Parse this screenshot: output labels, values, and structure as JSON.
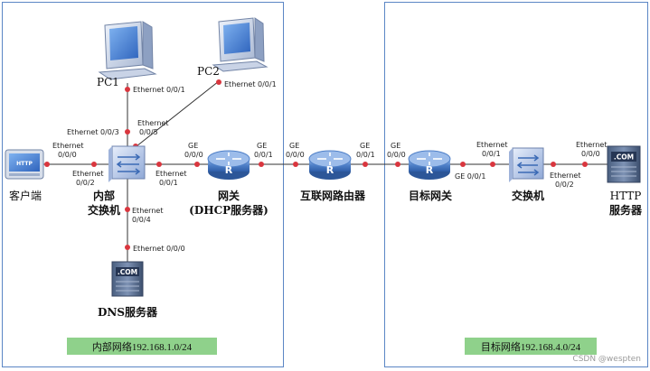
{
  "zones": {
    "internal": {
      "label": "内部网络192.168.1.0/24",
      "color": "#8fd18b"
    },
    "target": {
      "label": "目标网络192.168.4.0/24",
      "color": "#8fd18b"
    }
  },
  "devices": {
    "pc1": {
      "label": "PC1"
    },
    "pc2": {
      "label": "PC2"
    },
    "client": {
      "label": "客户端",
      "screen_text": "HTTP"
    },
    "internal_switch": {
      "label_line1": "内部",
      "label_line2": "交换机"
    },
    "gateway": {
      "label_line1": "网关",
      "label_line2": "(DHCP服务器)"
    },
    "internet_router": {
      "label": "互联网路由器"
    },
    "target_gateway": {
      "label": "目标网关"
    },
    "target_switch": {
      "label": "交换机"
    },
    "dns_server": {
      "label": "DNS服务器",
      "badge": ".COM"
    },
    "http_server": {
      "label_line1": "HTTP",
      "label_line2": "服务器",
      "badge": ".COM"
    }
  },
  "ports": {
    "pc1_eth": "Ethernet 0/0/1",
    "pc2_eth": "Ethernet 0/0/1",
    "sw_003": [
      "Ethernet 0/0/3"
    ],
    "sw_005": [
      "Ethernet",
      "0/0/5"
    ],
    "client_eth": [
      "Ethernet",
      "0/0/0"
    ],
    "sw_002": [
      "Ethernet",
      "0/0/2"
    ],
    "sw_001": [
      "Ethernet",
      "0/0/1"
    ],
    "sw_004": [
      "Ethernet",
      "0/0/4"
    ],
    "dns_eth": "Ethernet 0/0/0",
    "gw_ge000": [
      "GE",
      "0/0/0"
    ],
    "gw_ge001": [
      "GE",
      "0/0/1"
    ],
    "ir_ge000": [
      "GE",
      "0/0/0"
    ],
    "ir_ge001": [
      "GE",
      "0/0/1"
    ],
    "tg_ge000": [
      "GE",
      "0/0/0"
    ],
    "tg_ge001": "GE 0/0/1",
    "tsw_001": [
      "Ethernet",
      "0/0/1"
    ],
    "tsw_002": [
      "Ethernet",
      "0/0/2"
    ],
    "http_eth": [
      "Ethernet",
      "0/0/0"
    ]
  },
  "watermark": "CSDN @wespten",
  "colors": {
    "link_dot": "#d9363e",
    "frame": "#5b86c5",
    "device_blue": "#3b6ab5"
  }
}
